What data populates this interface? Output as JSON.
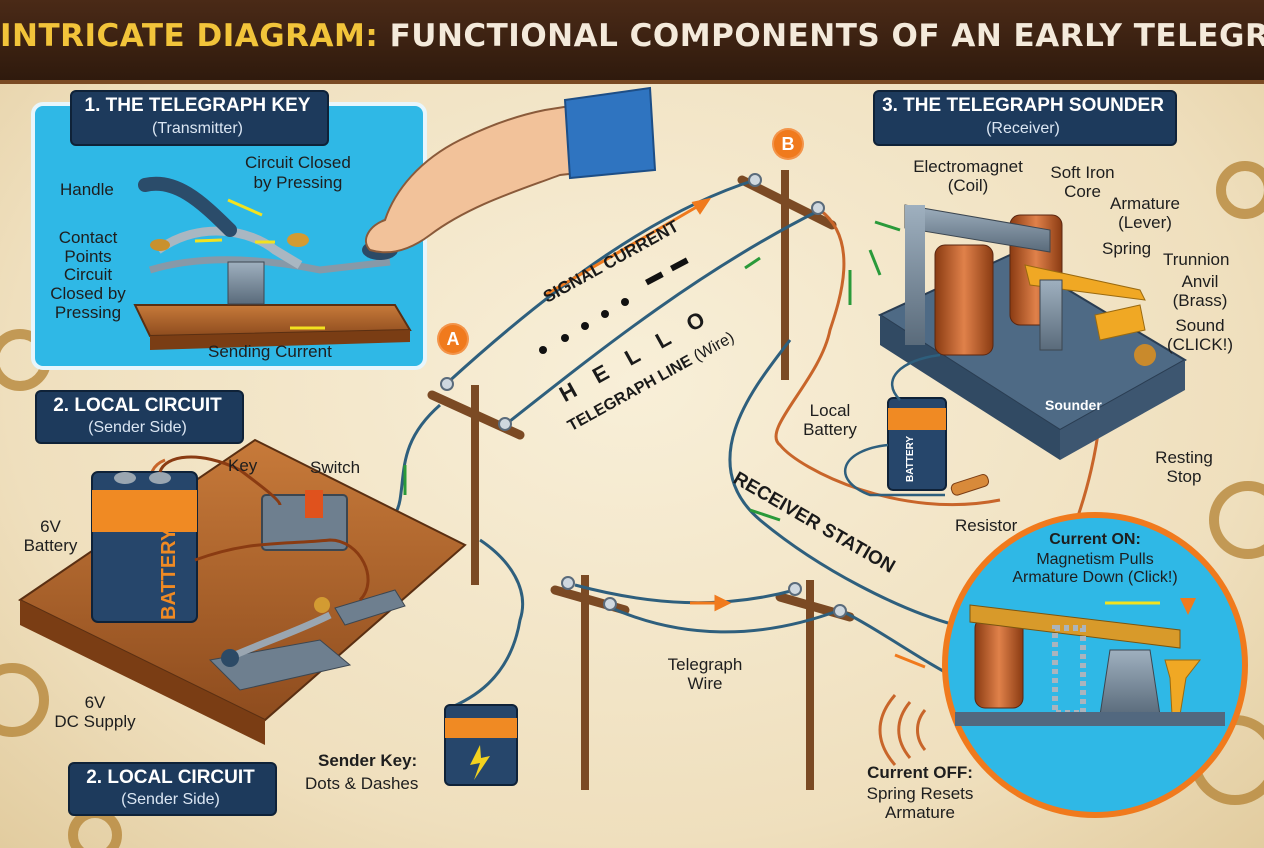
{
  "title": {
    "prefix": "INTRICATE DIAGRAM:",
    "main": "FUNCTIONAL COMPONENTS OF AN EARLY TELEGRAPH SYSTEM"
  },
  "section1": {
    "heading": "1. THE TELEGRAPH KEY",
    "sub": "(Transmitter)",
    "labels": {
      "handle": "Handle",
      "circuit_closed": "Circuit Closed\nby Pressing",
      "contact_points": "Contact\nPoints\nCircuit\nClosed by\nPressing",
      "sending_current": "Sending Current"
    }
  },
  "section2_top": {
    "heading": "2. LOCAL CIRCUIT",
    "sub": "(Sender Side)"
  },
  "section2_bottom": {
    "heading": "2. LOCAL CIRCUIT",
    "sub": "(Sender Side)"
  },
  "section3": {
    "heading": "3. THE TELEGRAPH SOUNDER",
    "sub": "(Receiver)",
    "labels": {
      "electromagnet": "Electromagnet\n(Coil)",
      "soft_iron": "Soft Iron\nCore",
      "armature": "Armature\n(Lever)",
      "spring": "Spring",
      "trunnion": "Trunnion",
      "anvil": "Anvil\n(Brass)",
      "sound": "Sound\n(CLICK!)",
      "sounder": "Sounder",
      "resting_stop": "Resting\nStop",
      "local_battery": "Local\nBattery",
      "resistor": "Resistor",
      "battery_text": "BATTERY"
    }
  },
  "sender": {
    "key": "Key",
    "switch": "Switch",
    "battery_6v": "6V\nBattery",
    "battery_text": "BATTERY",
    "dc_supply": "6V\nDC Supply",
    "sender_key_title": "Sender Key:",
    "sender_key_sub": "Dots & Dashes"
  },
  "line": {
    "point_a": "A",
    "point_b": "B",
    "signal_current": "SIGNAL CURRENT",
    "hello": "H E L L O",
    "telegraph_line": "TELEGRAPH LINE",
    "telegraph_line_sub": "(Wire)",
    "receiver_station": "RECEIVER STATION",
    "telegraph_wire": "Telegraph\nWire"
  },
  "callout": {
    "on_title": "Current ON:",
    "on_text": "Magnetism Pulls\nArmature Down (Click!)",
    "off_title": "Current OFF:",
    "off_text": "Spring Resets\nArmature"
  },
  "colors": {
    "accent": "#f07a1d",
    "navy": "#1d3a5c",
    "panel_blue": "#2fb8e6",
    "copper": "#c8652a",
    "wood": "#b5682e"
  }
}
